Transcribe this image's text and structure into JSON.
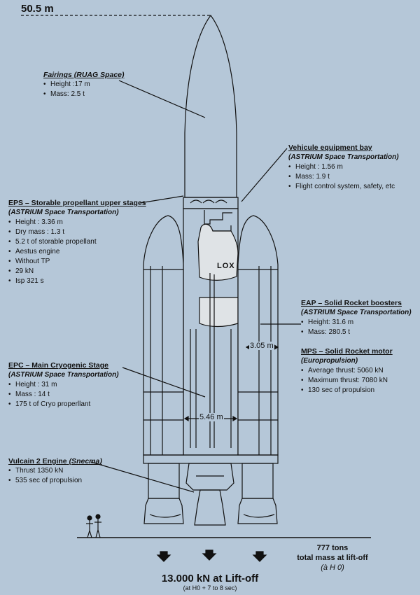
{
  "top_height": "50.5 m",
  "fairings": {
    "title": "Fairings (RUAG Space)",
    "items": [
      "Height :17 m",
      "Mass: 2.5 t"
    ]
  },
  "veb": {
    "title": "Vehicule equipment bay",
    "subtitle": "(ASTRIUM Space Transportation)",
    "items": [
      "Height : 1.56 m",
      "Mass: 1.9 t",
      "Flight control system, safety, etc"
    ]
  },
  "eps": {
    "title": "EPS – Storable propellant upper stages",
    "subtitle": "(ASTRIUM Space Transportation)",
    "items": [
      "Height : 3.36 m",
      "Dry mass : 1.3 t",
      "5.2 t of storable propellant",
      "Aestus engine",
      "Without TP",
      "29 kN",
      "Isp 321 s"
    ]
  },
  "eap": {
    "title": "EAP – Solid Rocket boosters",
    "subtitle": "(ASTRIUM Space Transportation)",
    "items": [
      "Height: 31.6 m",
      "Mass: 280.5 t"
    ]
  },
  "mps": {
    "title": "MPS – Solid Rocket motor",
    "subtitle": "(Europropulsion)",
    "items": [
      "Average thrust: 5060 kN",
      "Maximum thrust: 7080 kN",
      "130 sec of propulsion"
    ]
  },
  "epc": {
    "title": "EPC – Main Cryogenic Stage",
    "subtitle": "(ASTRIUM Space Transportation)",
    "items": [
      "Height : 31 m",
      "Mass : 14 t",
      "175 t of Cryo properllant"
    ]
  },
  "vulcain": {
    "title": "Vulcain 2 Engine",
    "title_paren": "(Snecma)",
    "items": [
      "Thrust 1350 kN",
      "535 sec of propulsion"
    ]
  },
  "dims": {
    "booster_diameter": "3.05 m",
    "core_diameter": "5.46 m"
  },
  "lox_label": "LOX",
  "total_mass": {
    "value": "777 tons",
    "label": "total mass at lift-off",
    "ref": "(à H 0)"
  },
  "thrust": {
    "value": "13.000 kN at Lift-off",
    "note": "(at H0 + 7 to 8 sec)"
  },
  "colors": {
    "background": "#b5c7d8",
    "ink": "#111111",
    "tank_fill": "#dfe3e6"
  }
}
